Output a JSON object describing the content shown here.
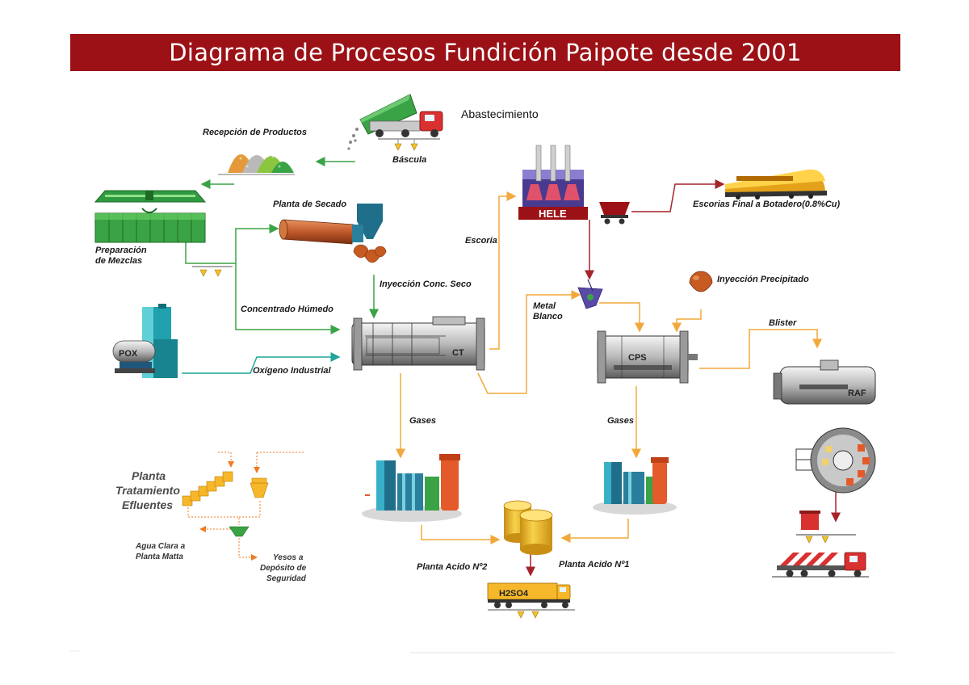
{
  "title": "Diagrama de Procesos Fundición Paipote desde 2001",
  "labels": {
    "abastecimiento": "Abastecimiento",
    "recepcion": "Recepción de Productos",
    "bascula": "Báscula",
    "planta_secado": "Planta de Secado",
    "preparacion_1": "Preparación",
    "preparacion_2": "de Mezclas",
    "inyeccion_conc": "Inyección Conc. Seco",
    "concentrado_humedo": "Concentrado Húmedo",
    "oxigeno": "Oxígeno Industrial",
    "escoria": "Escoria",
    "escorias_final": "Escorias Final a Botadero(0.8%Cu)",
    "metal_blanco_1": "Metal",
    "metal_blanco_2": "Blanco",
    "inyeccion_precipitado": "Inyección Precipitado",
    "blister": "Blister",
    "gases_1": "Gases",
    "gases_2": "Gases",
    "planta_trat_1": "Planta",
    "planta_trat_2": "Tratamiento",
    "planta_trat_3": "Efluentes",
    "agua_clara_1": "Agua Clara a",
    "agua_clara_2": "Planta Matta",
    "yesos_1": "Yesos a",
    "yesos_2": "Depósito de",
    "yesos_3": "Seguridad",
    "planta_acido_2": "Planta Acido Nº2",
    "planta_acido_1": "Planta Acido Nº1"
  },
  "equipment": {
    "hele": "HELE",
    "ct": "CT",
    "cps": "CPS",
    "raf": "RAF",
    "pox": "POX",
    "h2so4": "H2SO4"
  },
  "colors": {
    "banner": "#9b1116",
    "green_flow": "#3aa345",
    "teal_flow": "#1fa59a",
    "orange_flow": "#f2a93b",
    "red_flow": "#a3242a"
  }
}
